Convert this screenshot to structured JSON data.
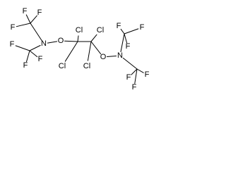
{
  "molecule": {
    "atoms": [
      {
        "id": "F1",
        "label": "F"
      },
      {
        "id": "F2",
        "label": "F"
      },
      {
        "id": "F3",
        "label": "F"
      },
      {
        "id": "N1",
        "label": "N"
      },
      {
        "id": "O1",
        "label": "O"
      },
      {
        "id": "F4",
        "label": "F"
      },
      {
        "id": "F5",
        "label": "F"
      },
      {
        "id": "F6",
        "label": "F"
      },
      {
        "id": "Cl1",
        "label": "Cl"
      },
      {
        "id": "Cl2",
        "label": "Cl"
      },
      {
        "id": "Cl3",
        "label": "Cl"
      },
      {
        "id": "Cl4",
        "label": "Cl"
      },
      {
        "id": "O2",
        "label": "O"
      },
      {
        "id": "N2",
        "label": "N"
      },
      {
        "id": "F7",
        "label": "F"
      },
      {
        "id": "F8",
        "label": "F"
      },
      {
        "id": "F9",
        "label": "F"
      },
      {
        "id": "F10",
        "label": "F"
      },
      {
        "id": "F11",
        "label": "F"
      },
      {
        "id": "F12",
        "label": "F"
      }
    ],
    "bonds": [
      [
        "F1",
        "C1"
      ],
      [
        "F2",
        "C1"
      ],
      [
        "F3",
        "C1"
      ],
      [
        "C1",
        "N1"
      ],
      [
        "N1",
        "C2"
      ],
      [
        "C2",
        "F4"
      ],
      [
        "C2",
        "F5"
      ],
      [
        "C2",
        "F6"
      ],
      [
        "N1",
        "O1"
      ],
      [
        "O1",
        "C3"
      ],
      [
        "C3",
        "Cl1"
      ],
      [
        "C3",
        "Cl3"
      ],
      [
        "C3",
        "C4"
      ],
      [
        "C4",
        "Cl2"
      ],
      [
        "C4",
        "Cl4"
      ],
      [
        "C4",
        "O2"
      ],
      [
        "O2",
        "N2"
      ],
      [
        "N2",
        "C5"
      ],
      [
        "C5",
        "F7"
      ],
      [
        "C5",
        "F8"
      ],
      [
        "C5",
        "F9"
      ],
      [
        "N2",
        "C6"
      ],
      [
        "C6",
        "F10"
      ],
      [
        "C6",
        "F11"
      ],
      [
        "C6",
        "F12"
      ]
    ]
  }
}
